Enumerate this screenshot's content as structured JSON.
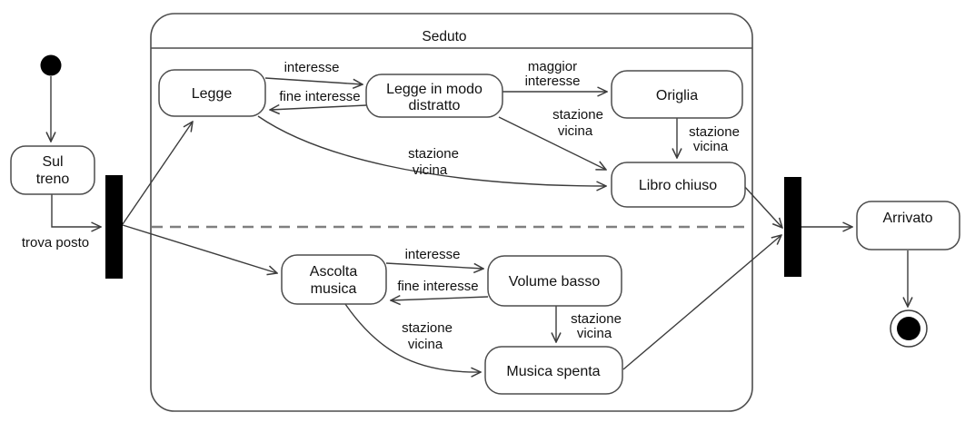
{
  "colors": {
    "background": "#ffffff",
    "line": "#3c3c3c",
    "state_fill": "#ffffff",
    "state_stroke": "#4d4d4d",
    "sync_bar": "#000000",
    "region_divider": "#7f7f7f",
    "text": "#111111"
  },
  "composite": {
    "title": "Seduto"
  },
  "states": {
    "sul_treno": {
      "lines": [
        "Sul",
        "treno"
      ]
    },
    "legge": {
      "label": "Legge"
    },
    "legge_in_modo_distratto": {
      "lines": [
        "Legge in modo",
        "distratto"
      ]
    },
    "origlia": {
      "label": "Origlia"
    },
    "libro_chiuso": {
      "label": "Libro chiuso"
    },
    "ascolta_musica": {
      "lines": [
        "Ascolta",
        "musica"
      ]
    },
    "volume_basso": {
      "label": "Volume basso"
    },
    "musica_spenta": {
      "label": "Musica spenta"
    },
    "arrivato": {
      "label": "Arrivato"
    }
  },
  "icons": {
    "initial": "initial-state-icon",
    "final": "final-state-icon",
    "fork": "fork-bar-icon",
    "join": "join-bar-icon"
  },
  "transitions": {
    "trova_posto": {
      "from": "Sul treno",
      "to": "fork",
      "label": "trova posto"
    },
    "legge_to_distratto": {
      "from": "Legge",
      "to": "Legge in modo distratto",
      "label": "interesse"
    },
    "distratto_to_legge": {
      "from": "Legge in modo distratto",
      "to": "Legge",
      "label": "fine interesse"
    },
    "distratto_to_origlia": {
      "from": "Legge in modo distratto",
      "to": "Origlia",
      "lines": [
        "maggior",
        "interesse"
      ]
    },
    "distratto_to_libro": {
      "from": "Legge in modo distratto",
      "to": "Libro chiuso",
      "lines": [
        "stazione",
        "vicina"
      ]
    },
    "origlia_to_libro": {
      "from": "Origlia",
      "to": "Libro chiuso",
      "lines": [
        "stazione",
        "vicina"
      ]
    },
    "legge_to_libro": {
      "from": "Legge",
      "to": "Libro chiuso",
      "lines": [
        "stazione",
        "vicina"
      ]
    },
    "ascolta_to_volume": {
      "from": "Ascolta musica",
      "to": "Volume basso",
      "label": "interesse"
    },
    "volume_to_ascolta": {
      "from": "Volume basso",
      "to": "Ascolta musica",
      "label": "fine interesse"
    },
    "volume_to_spenta": {
      "from": "Volume basso",
      "to": "Musica spenta",
      "lines": [
        "stazione",
        "vicina"
      ]
    },
    "ascolta_to_spenta": {
      "from": "Ascolta musica",
      "to": "Musica spenta",
      "lines": [
        "stazione",
        "vicina"
      ]
    }
  }
}
